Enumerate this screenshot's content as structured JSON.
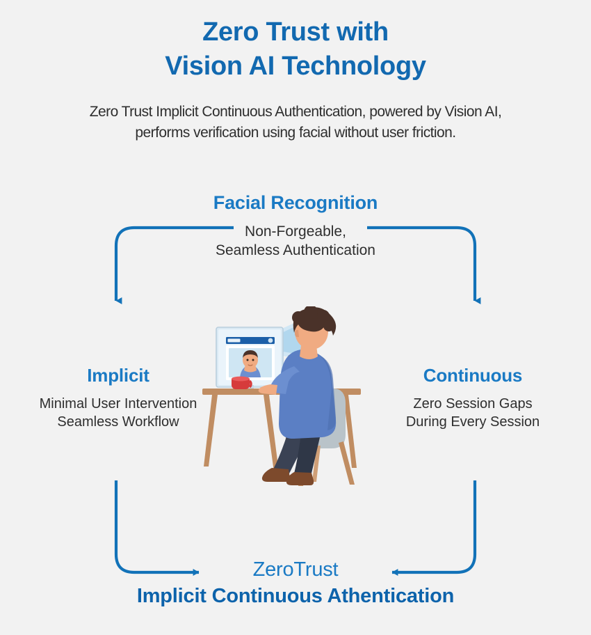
{
  "theme": {
    "background": "#f2f2f2",
    "title_blue": "#1269b0",
    "heading_blue": "#1a7ac4",
    "accent_blue": "#0d6ab4",
    "arrow_blue": "#1272b8",
    "body_text": "#2e2e2e"
  },
  "header": {
    "title_line1": "Zero Trust with",
    "title_line2": "Vision AI Technology",
    "subtitle_line1": "Zero Trust Implicit Continuous Authentication, powered by Vision AI,",
    "subtitle_line2": "performs verification using facial without user friction."
  },
  "nodes": {
    "facial": {
      "heading": "Facial Recognition",
      "desc_line1": "Non-Forgeable,",
      "desc_line2": "Seamless Authentication"
    },
    "implicit": {
      "heading": "Implicit",
      "desc_line1": "Minimal User Intervention",
      "desc_line2": "Seamless Workflow"
    },
    "continuous": {
      "heading": "Continuous",
      "desc_line1": "Zero Session Gaps",
      "desc_line2": "During Every Session"
    },
    "zerotrust": {
      "heading": "ZeroTrust",
      "subheading": "Implicit Continuous Athentication"
    }
  },
  "illustration": {
    "alt": "person seated at desk facing a monitor performing facial recognition",
    "colors": {
      "shirt": "#5b7fc4",
      "hair": "#4a3229",
      "skin": "#f0ab82",
      "trousers": "#3a4254",
      "shoes": "#7d4a2c",
      "desk": "#c08d62",
      "chair": "#b9c3c9",
      "mug": "#d63b3b",
      "screen": "#dceaf5",
      "scan_beam": "#bcdcf0"
    }
  },
  "arrows": [
    {
      "name": "facial-to-implicit",
      "from": "facial",
      "to": "implicit",
      "direction": "down"
    },
    {
      "name": "facial-to-continuous",
      "from": "facial",
      "to": "continuous",
      "direction": "down"
    },
    {
      "name": "implicit-to-zerotrust",
      "from": "implicit",
      "to": "zerotrust",
      "direction": "right"
    },
    {
      "name": "continuous-to-zerotrust",
      "from": "continuous",
      "to": "zerotrust",
      "direction": "left"
    }
  ]
}
